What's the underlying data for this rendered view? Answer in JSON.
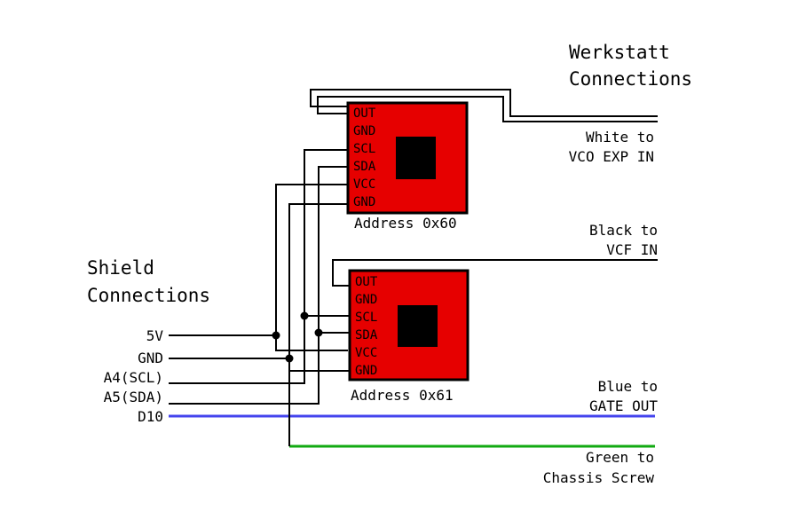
{
  "werkstatt": {
    "line1": "Werkstatt",
    "line2": "Connections"
  },
  "shield": {
    "line1": "Shield",
    "line2": "Connections"
  },
  "shield_pins": [
    "5V",
    "GND",
    "A4(SCL)",
    "A5(SDA)",
    "D10"
  ],
  "chips": [
    {
      "pins": [
        "OUT",
        "GND",
        "SCL",
        "SDA",
        "VCC",
        "GND"
      ],
      "address": "Address 0x60"
    },
    {
      "pins": [
        "OUT",
        "GND",
        "SCL",
        "SDA",
        "VCC",
        "GND"
      ],
      "address": "Address 0x61"
    }
  ],
  "outputs": {
    "white": {
      "line1": "White to",
      "line2": "VCO EXP IN"
    },
    "black": {
      "line1": "Black to",
      "line2": "VCF IN"
    },
    "blue": {
      "line1": "Blue to",
      "line2": "GATE OUT"
    },
    "green": {
      "line1": "Green to",
      "line2": "Chassis Screw"
    }
  },
  "colors": {
    "chip": "#e60000",
    "blue_wire": "#4444ee",
    "green_wire": "#11aa11"
  }
}
